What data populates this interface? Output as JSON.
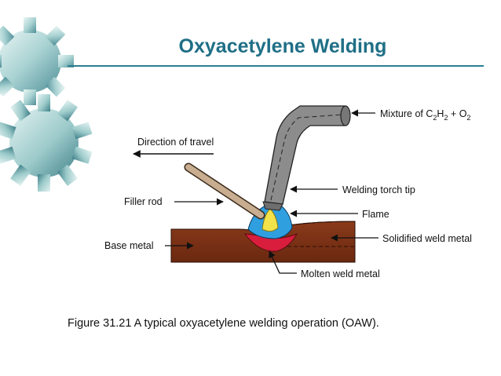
{
  "slide": {
    "title": "Oxyacetylene Welding",
    "caption": "Figure 31.21  A typical oxyacetylene welding operation (OAW)."
  },
  "decor": {
    "icons": [
      "gear-icon",
      "gear-icon"
    ],
    "gear_color_light": "#cfe6e4",
    "gear_color_dark": "#5f9ea4"
  },
  "diagram": {
    "labels": {
      "mixture_prefix": "Mixture of C",
      "mixture_sub1": "2",
      "mixture_h": "H",
      "mixture_sub2": "2",
      "mixture_plus": " + O",
      "mixture_sub3": "2",
      "direction": "Direction of travel",
      "torch_tip": "Welding torch tip",
      "filler_rod": "Filler rod",
      "flame": "Flame",
      "base_metal": "Base metal",
      "solidified": "Solidified weld metal",
      "molten": "Molten weld metal"
    },
    "colors": {
      "torch": "#8c8c8c",
      "rod": "#c8ad90",
      "base_metal": "#7a3216",
      "flame_outer": "#2f9fe0",
      "flame_inner": "#f3e24a",
      "molten": "#d81e3c"
    }
  }
}
